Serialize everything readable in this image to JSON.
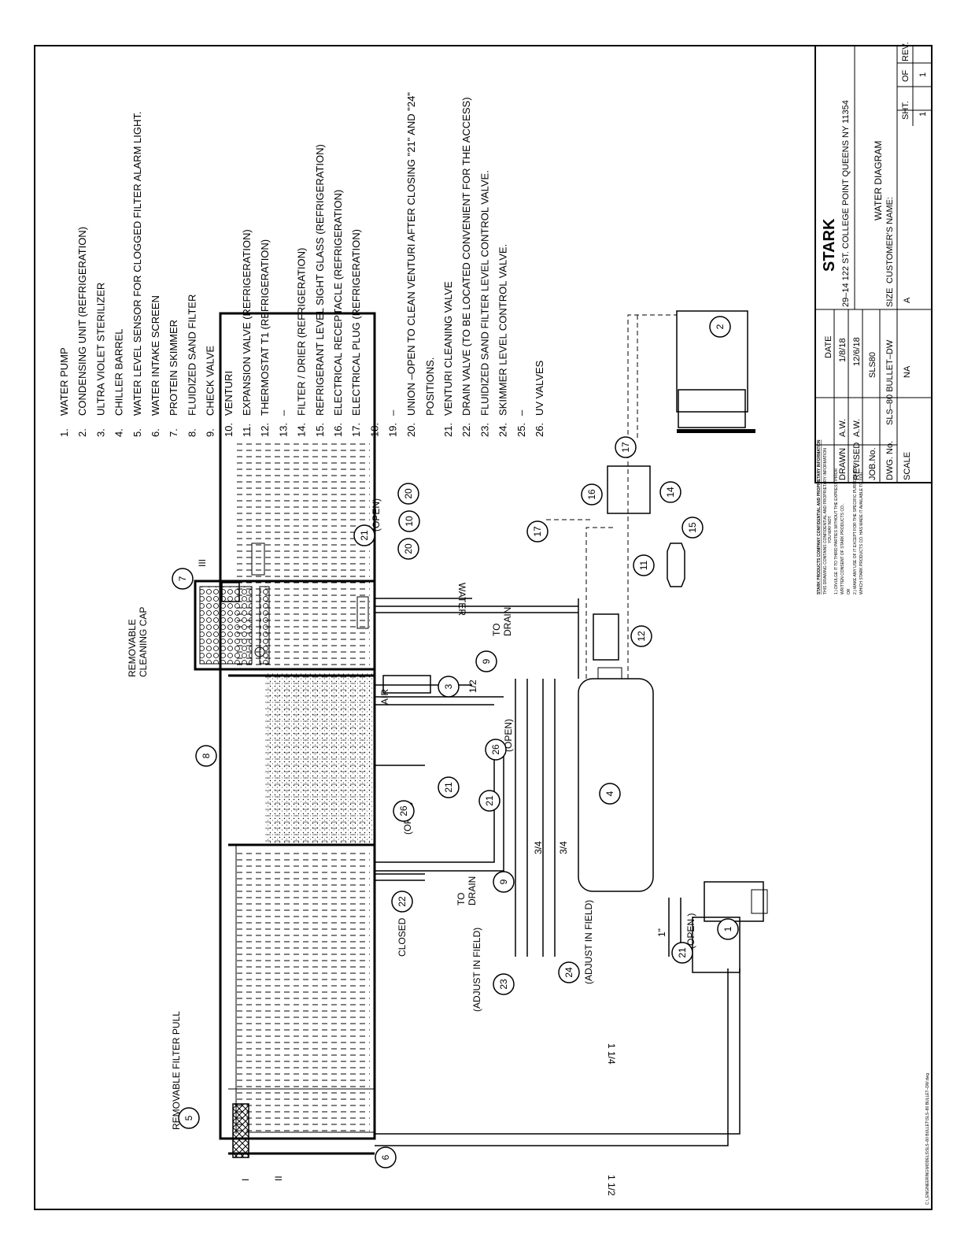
{
  "legend": [
    {
      "num": "1.",
      "text": "WATER PUMP"
    },
    {
      "num": "2.",
      "text": "CONDENSING UNIT (REFRIGERATION)"
    },
    {
      "num": "3.",
      "text": "ULTRA VIOLET STERILIZER"
    },
    {
      "num": "4.",
      "text": "CHILLER BARREL"
    },
    {
      "num": "5.",
      "text": "WATER LEVEL SENSOR FOR CLOGGED FILTER ALARM LIGHT."
    },
    {
      "num": "6.",
      "text": "WATER INTAKE SCREEN"
    },
    {
      "num": "7.",
      "text": "PROTEIN SKIMMER"
    },
    {
      "num": "8.",
      "text": "FLUIDIZED SAND FILTER"
    },
    {
      "num": "9.",
      "text": "CHECK VALVE"
    },
    {
      "num": "10.",
      "text": "VENTURI"
    },
    {
      "num": "11.",
      "text": "EXPANSION VALVE (REFRIGERATION)"
    },
    {
      "num": "12.",
      "text": "THERMOSTAT T1 (REFRIGERATION)"
    },
    {
      "num": "13.",
      "text": "–"
    },
    {
      "num": "14.",
      "text": "FILTER / DRIER (REFRIGERATION)"
    },
    {
      "num": "15.",
      "text": "REFRIGERANT LEVEL SIGHT GLASS (REFRIGERATION)"
    },
    {
      "num": "16.",
      "text": "ELECTRICAL RECEPTACLE (REFRIGERATION)"
    },
    {
      "num": "17.",
      "text": "ELECTRICAL PLUG (REFRIGERATION)"
    },
    {
      "num": "18.",
      "text": "–"
    },
    {
      "num": "19.",
      "text": "–"
    },
    {
      "num": "20.",
      "text": "UNION –OPEN TO CLEAN VENTURI AFTER CLOSING \"21\" AND \"24\""
    },
    {
      "num": "",
      "text": "POSITIONS."
    },
    {
      "num": "21.",
      "text": "VENTURI CLEANING VALVE"
    },
    {
      "num": "22.",
      "text": "DRAIN VALVE (TO BE LOCATED CONVENIENT FOR THE ACCESS)"
    },
    {
      "num": "23.",
      "text": "FLUIDIZED SAND FILTER LEVEL CONTROL VALVE."
    },
    {
      "num": "24.",
      "text": "SKIMMER LEVEL CONTROL VALVE."
    },
    {
      "num": "25.",
      "text": "–"
    },
    {
      "num": "26.",
      "text": "UV VALVES"
    }
  ],
  "labels": {
    "removable_cleaning_cap": [
      "REMOVABLE",
      "CLEANING CAP"
    ],
    "removable_filter_pull": "REMOVABLE FILTER PULL",
    "to_drain": [
      "TO",
      "DRAIN"
    ],
    "water": "WATER",
    "air": "AIR",
    "open": "(OPEN)",
    "open_dot": "(OPEN.)",
    "closed": "CLOSED",
    "adjust_in_field": "(ADJUST IN FIELD)",
    "pipe_half": "1/2",
    "pipe_three_quarter": "3/4",
    "pipe_one": "1\"",
    "pipe_one_quarter": "1 1/4",
    "pipe_one_half": "1 1/2",
    "level_1": "I",
    "level_2": "II",
    "level_3": "III"
  },
  "callouts": [
    "1",
    "2",
    "3",
    "4",
    "5",
    "6",
    "7",
    "8",
    "9",
    "10",
    "11",
    "12",
    "14",
    "15",
    "16",
    "17",
    "20",
    "21",
    "22",
    "23",
    "24",
    "26"
  ],
  "proprietary": {
    "heading": "STARK PRODUCTS COMPANY CONFIDENTIAL AND PROPRIETARY INFORMATION",
    "line1": "THIS DRAWING CONTAINS CONFIDENTIAL AND PROPRIETARY INFORMATION",
    "line2": "YOU MAY NOT:",
    "line3": "1.) DIVULGE IT TO THIRD PARTIES WITHOUT THE EXPRESS PRIOR",
    "line4": "WRITTEN CONSENT OF STARK PRODUCTS CO.,",
    "line5": "OR",
    "line6": "2.) MAKE ANY USE OF IT EXCEPT FOR THE SPECIFIC PURPOSE FOR",
    "line7": "WHICH STARK PRODUCTS CO. HAS MADE IT AVAILABLE TO YOU"
  },
  "title_block": {
    "company": "STARK",
    "address": "29–14 122 ST. COLLEGE POINT QUEENS NY 11354",
    "title": "WATER DIAGRAM",
    "date_header": "DATE",
    "drawn_label": "DRAWN",
    "drawn_by": "A.W.",
    "drawn_date": "1/8/18",
    "revised_label": "REVISED",
    "revised_by": "A.W.",
    "revised_date": "12/6/18",
    "job_label": "JOB.No.",
    "job_value": "SLS80",
    "dwg_label": "DWG. No.",
    "dwg_value": "SLS–80 BULLET–DW",
    "scale_label": "SCALE",
    "scale_value": "NA",
    "size_label": "SIZE",
    "size_value": "A",
    "customer_label": "CUSTOMER'S NAME:",
    "sht_label": "SHT.",
    "sht_value": "1",
    "of_label": "OF",
    "of_value": "1",
    "rev_label": "REV."
  },
  "file_path": "C:\\_ENGINEERING\\MODELS\\SLS–80 BULLET\\SLS–80 BULLET–DW.dwg"
}
